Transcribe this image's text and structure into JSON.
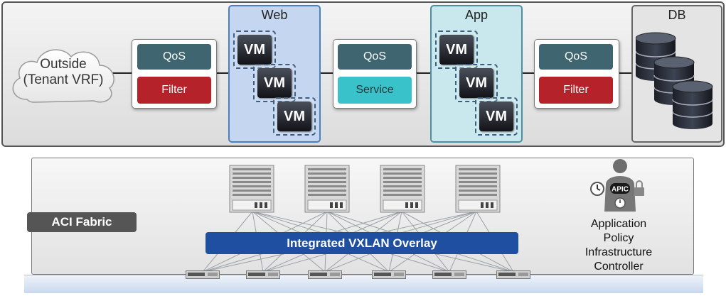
{
  "tenant": {
    "outside_label": "Outside",
    "outside_sublabel": "(Tenant VRF)",
    "policy_left": {
      "qos": "QoS",
      "filter": "Filter"
    },
    "policy_middle": {
      "qos": "QoS",
      "service": "Service"
    },
    "policy_right": {
      "qos": "QoS",
      "filter": "Filter"
    },
    "web": {
      "title": "Web",
      "vms": [
        "VM",
        "VM",
        "VM"
      ]
    },
    "app": {
      "title": "App",
      "vms": [
        "VM",
        "VM",
        "VM"
      ]
    },
    "db": {
      "title": "DB"
    }
  },
  "fabric": {
    "label": "ACI Fabric",
    "overlay": "Integrated VXLAN Overlay",
    "apic_badge": "APIC",
    "apic_lines": [
      "Application",
      "Policy",
      "Infrastructure",
      "Controller"
    ]
  },
  "colors": {
    "qos": "#3f6670",
    "filter": "#b5222a",
    "service": "#39c2c9",
    "overlay": "#1e4fa0",
    "web_epg": "#c5d6f0",
    "app_epg": "#c8e8ee"
  }
}
